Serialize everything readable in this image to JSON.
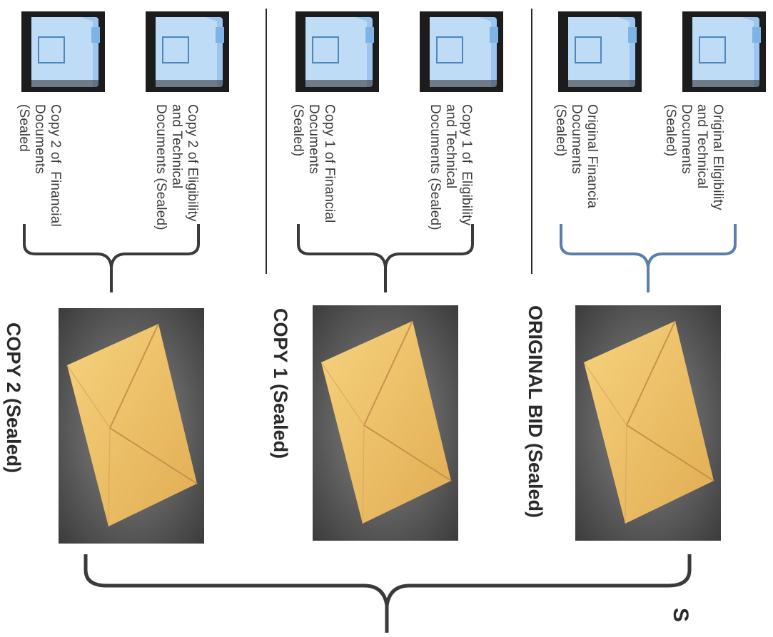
{
  "groups": [
    {
      "envelope_label": "ORIGINAL BID (Sealed)",
      "docs": [
        "Original Eligibility\nand Technical\nDocuments\n(Sealed)",
        "Original Financia\nDocuments\n(Sealed)"
      ]
    },
    {
      "envelope_label": "COPY 1 (Sealed)",
      "docs": [
        "Copy 1 of  Eligibility\nand Technical\nDocuments (Sealed)",
        "Copy 1 of Financial\nDocuments\n(Sealed)"
      ]
    },
    {
      "envelope_label": "COPY 2 (Sealed)",
      "docs": [
        "Copy 2 of Eligibility\nand Technical\nDocuments (Sealed)",
        "Copy 2 of  Financial\nDocuments\n(Sealed"
      ]
    }
  ],
  "partial_label": "S",
  "colors": {
    "folder": "#5b9bd5",
    "envelope": "#e8b95a",
    "brace_original": "#5a7fa8",
    "brace_copy": "#3a3a3a"
  },
  "icons": {
    "document": "folder-icon",
    "bid": "envelope-icon"
  }
}
